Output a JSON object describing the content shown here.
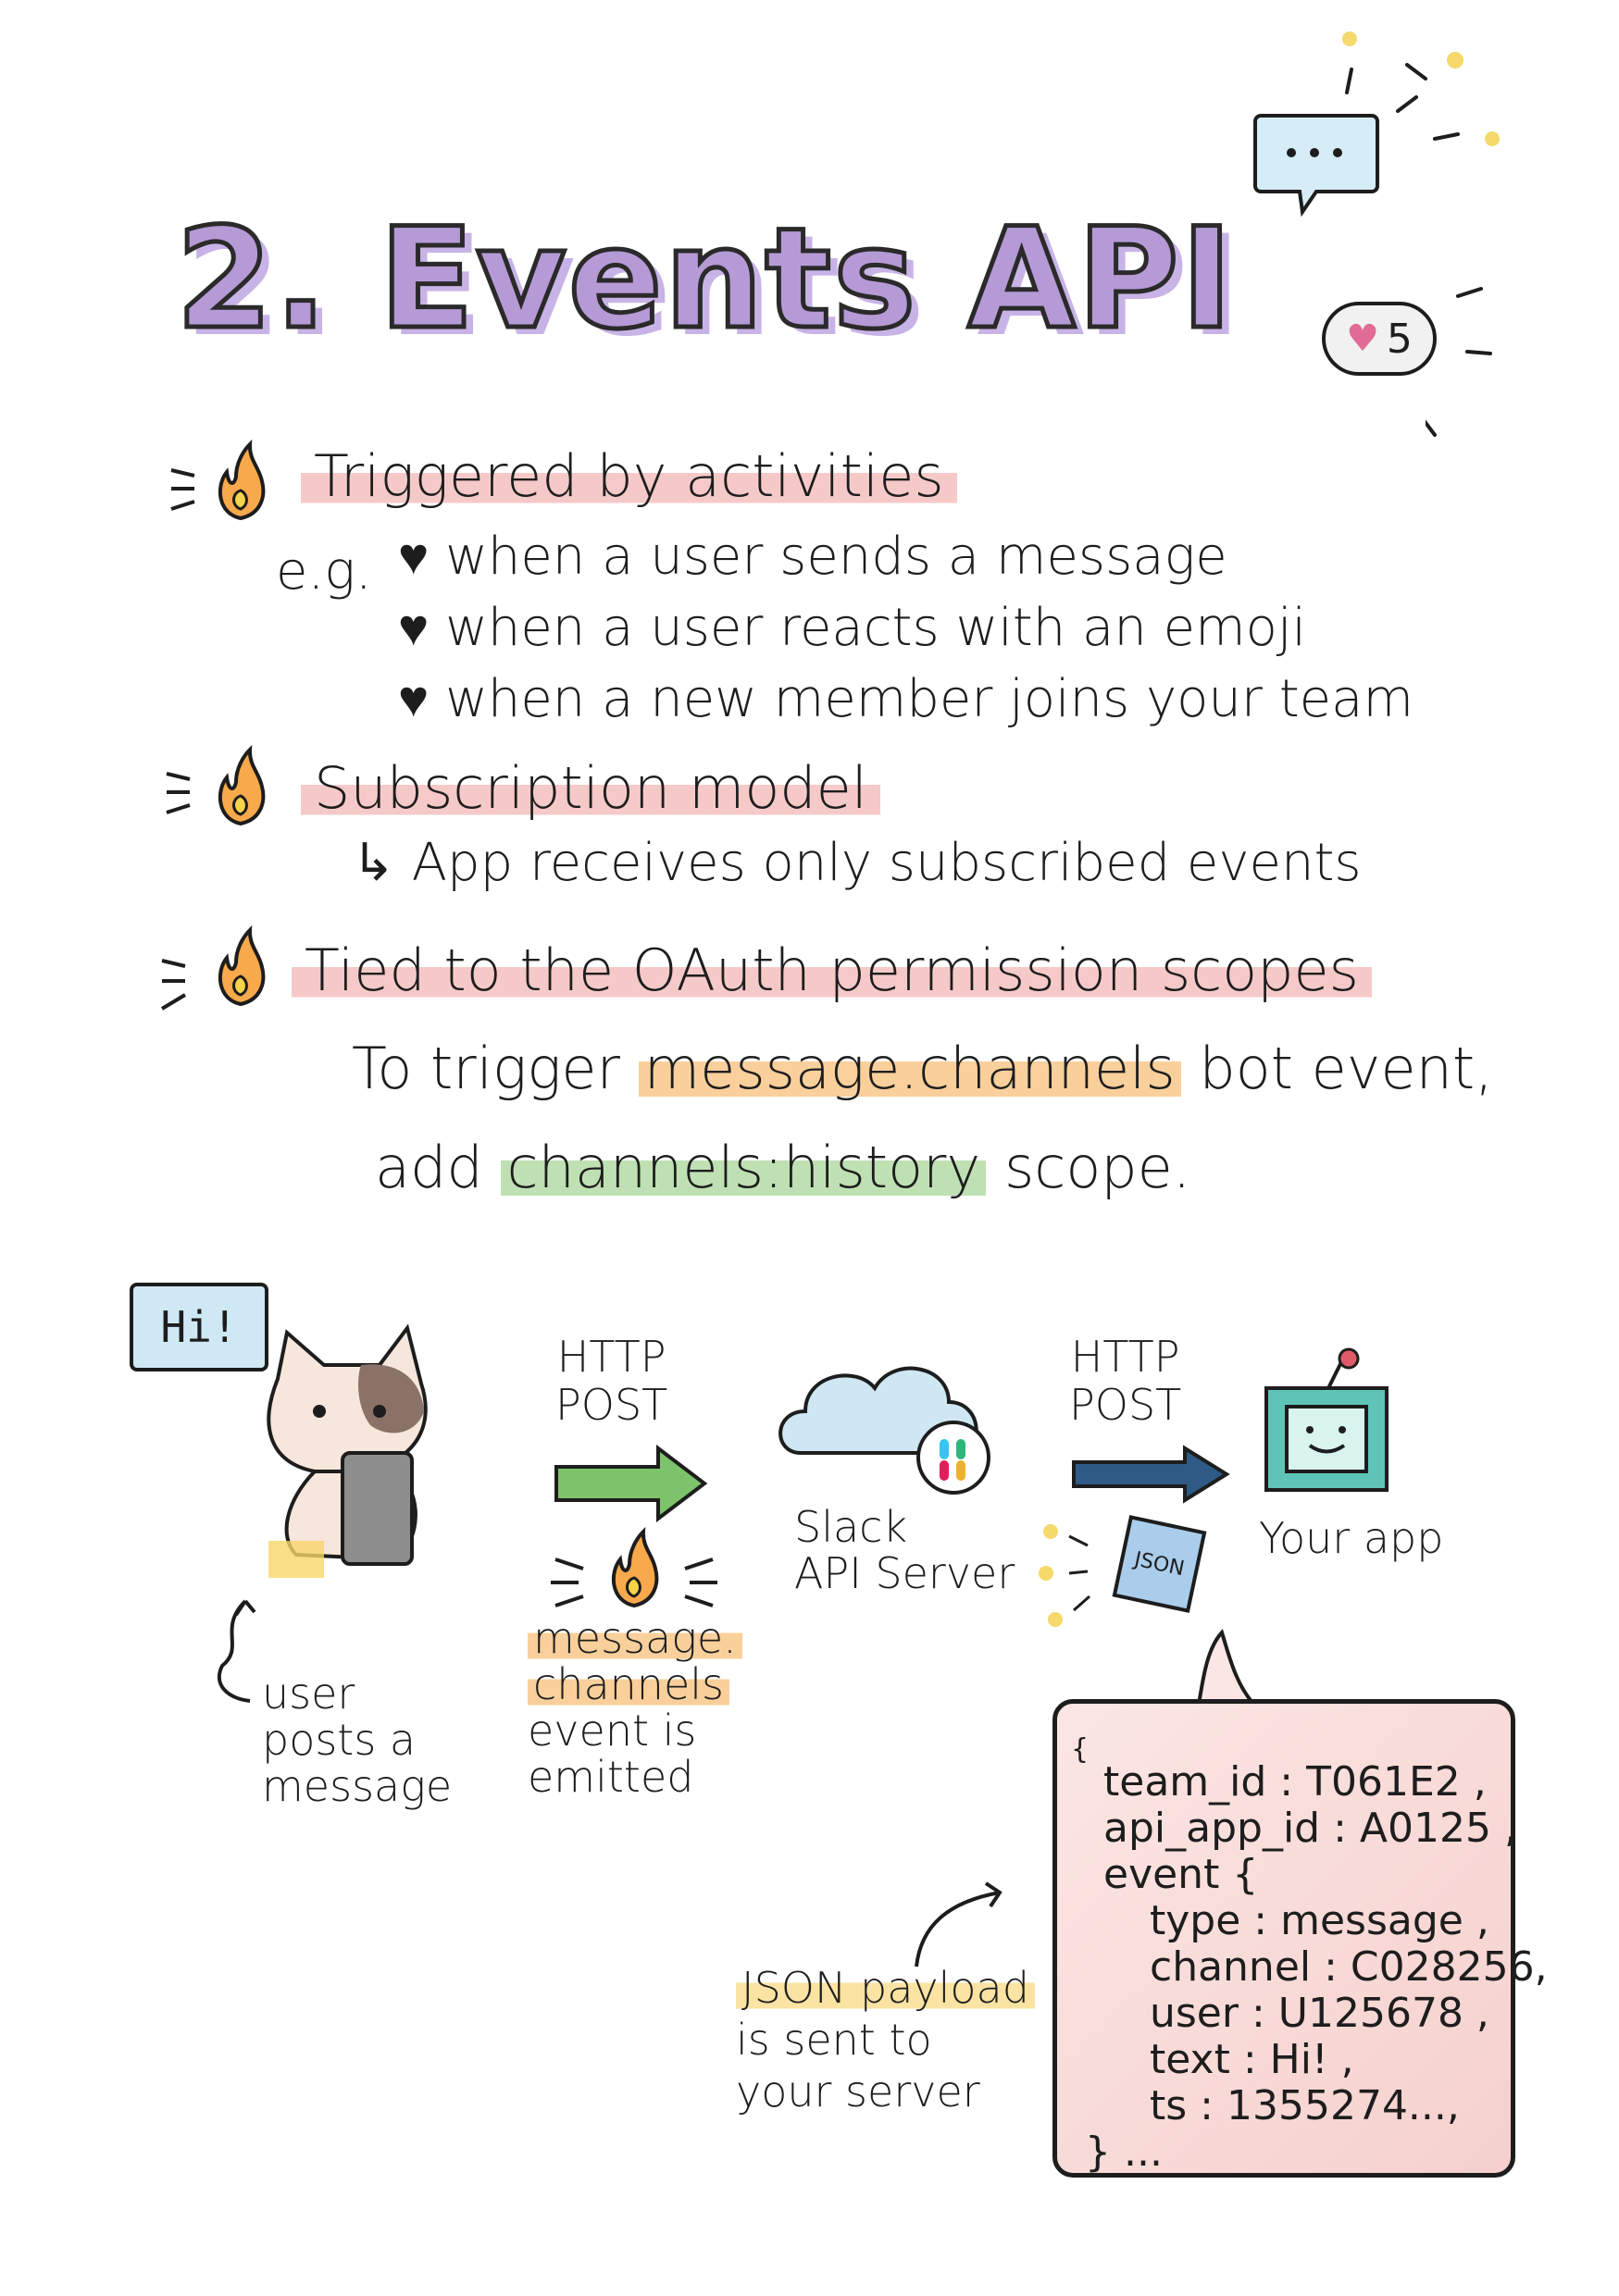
{
  "title": "2. Events API",
  "reactions": {
    "heart_count": "5"
  },
  "bullets": [
    {
      "heading": "Triggered by activities",
      "prefix": "e.g.",
      "items": [
        "when a user sends a message",
        "when a user reacts with an emoji",
        "when a new member joins your team"
      ]
    },
    {
      "heading": "Subscription model",
      "sub": "App receives only subscribed events"
    },
    {
      "heading": "Tied to the OAuth permission scopes",
      "line1_before": "To trigger",
      "line1_highlight": "message.channels",
      "line1_after": "bot event,",
      "line2_before": "add",
      "line2_highlight": "channels:history",
      "line2_after": "scope."
    }
  ],
  "diagram": {
    "speech": "Hi!",
    "user_caption": [
      "user",
      "posts a",
      "message"
    ],
    "http1": [
      "HTTP",
      "POST"
    ],
    "event_caption": {
      "highlight": [
        "message.",
        "channels"
      ],
      "rest": [
        "event is",
        "emitted"
      ]
    },
    "server_caption": [
      "Slack",
      "API Server"
    ],
    "http2": [
      "HTTP",
      "POST"
    ],
    "json_doc_label": "JSON",
    "app_caption": "Your app",
    "payload_caption": {
      "highlight": "JSON payload",
      "rest": [
        "is sent to",
        "your server"
      ]
    },
    "payload": {
      "open": "{",
      "lines": [
        "team_id : T061E2 ,",
        "api_app_id : A0125 ,",
        "event {"
      ],
      "event_lines": [
        "type : message ,",
        "channel : C028256,",
        "user : U125678 ,",
        "text : Hi! ,",
        "ts : 1355274...,"
      ],
      "close": "} ..."
    }
  },
  "colors": {
    "title_purple": "#b69ad6",
    "highlight_pink": "#f6c9c9",
    "highlight_orange": "#f9cf9b",
    "highlight_green": "#bfe0b3",
    "highlight_yellow": "#fbe3a3",
    "arrow_green": "#7cc36b",
    "arrow_blue": "#2f5a86"
  }
}
